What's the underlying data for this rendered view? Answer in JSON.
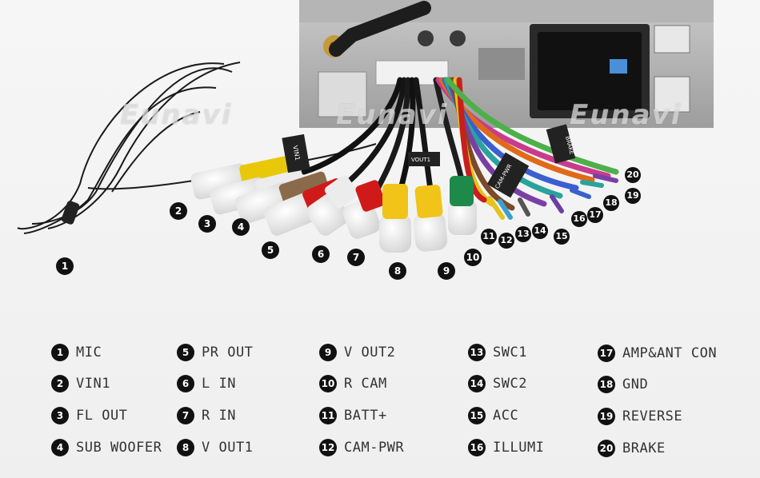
{
  "watermark": "Eunavi",
  "wire_tags": [
    "VIN1",
    "VOUT1",
    "CAM-PWR",
    "BRAKE"
  ],
  "callouts": [
    {
      "n": "1"
    },
    {
      "n": "2"
    },
    {
      "n": "3"
    },
    {
      "n": "4"
    },
    {
      "n": "5"
    },
    {
      "n": "6"
    },
    {
      "n": "7"
    },
    {
      "n": "8"
    },
    {
      "n": "9"
    },
    {
      "n": "10"
    },
    {
      "n": "11"
    },
    {
      "n": "12"
    },
    {
      "n": "13"
    },
    {
      "n": "14"
    },
    {
      "n": "15"
    },
    {
      "n": "16"
    },
    {
      "n": "17"
    },
    {
      "n": "18"
    },
    {
      "n": "19"
    },
    {
      "n": "20"
    }
  ],
  "legend": [
    {
      "n": "1",
      "label": "MIC"
    },
    {
      "n": "2",
      "label": "VIN1"
    },
    {
      "n": "3",
      "label": "FL OUT"
    },
    {
      "n": "4",
      "label": "SUB WOOFER"
    },
    {
      "n": "5",
      "label": "PR OUT"
    },
    {
      "n": "6",
      "label": "L IN"
    },
    {
      "n": "7",
      "label": "R IN"
    },
    {
      "n": "8",
      "label": "V OUT1"
    },
    {
      "n": "9",
      "label": "V OUT2"
    },
    {
      "n": "10",
      "label": "R CAM"
    },
    {
      "n": "11",
      "label": "BATT+"
    },
    {
      "n": "12",
      "label": "CAM-PWR"
    },
    {
      "n": "13",
      "label": "SWC1"
    },
    {
      "n": "14",
      "label": "SWC2"
    },
    {
      "n": "15",
      "label": "ACC"
    },
    {
      "n": "16",
      "label": "ILLUMI"
    },
    {
      "n": "17",
      "label": "AMP&ANT CON"
    },
    {
      "n": "18",
      "label": "GND"
    },
    {
      "n": "19",
      "label": "REVERSE"
    },
    {
      "n": "20",
      "label": "BRAKE"
    }
  ]
}
